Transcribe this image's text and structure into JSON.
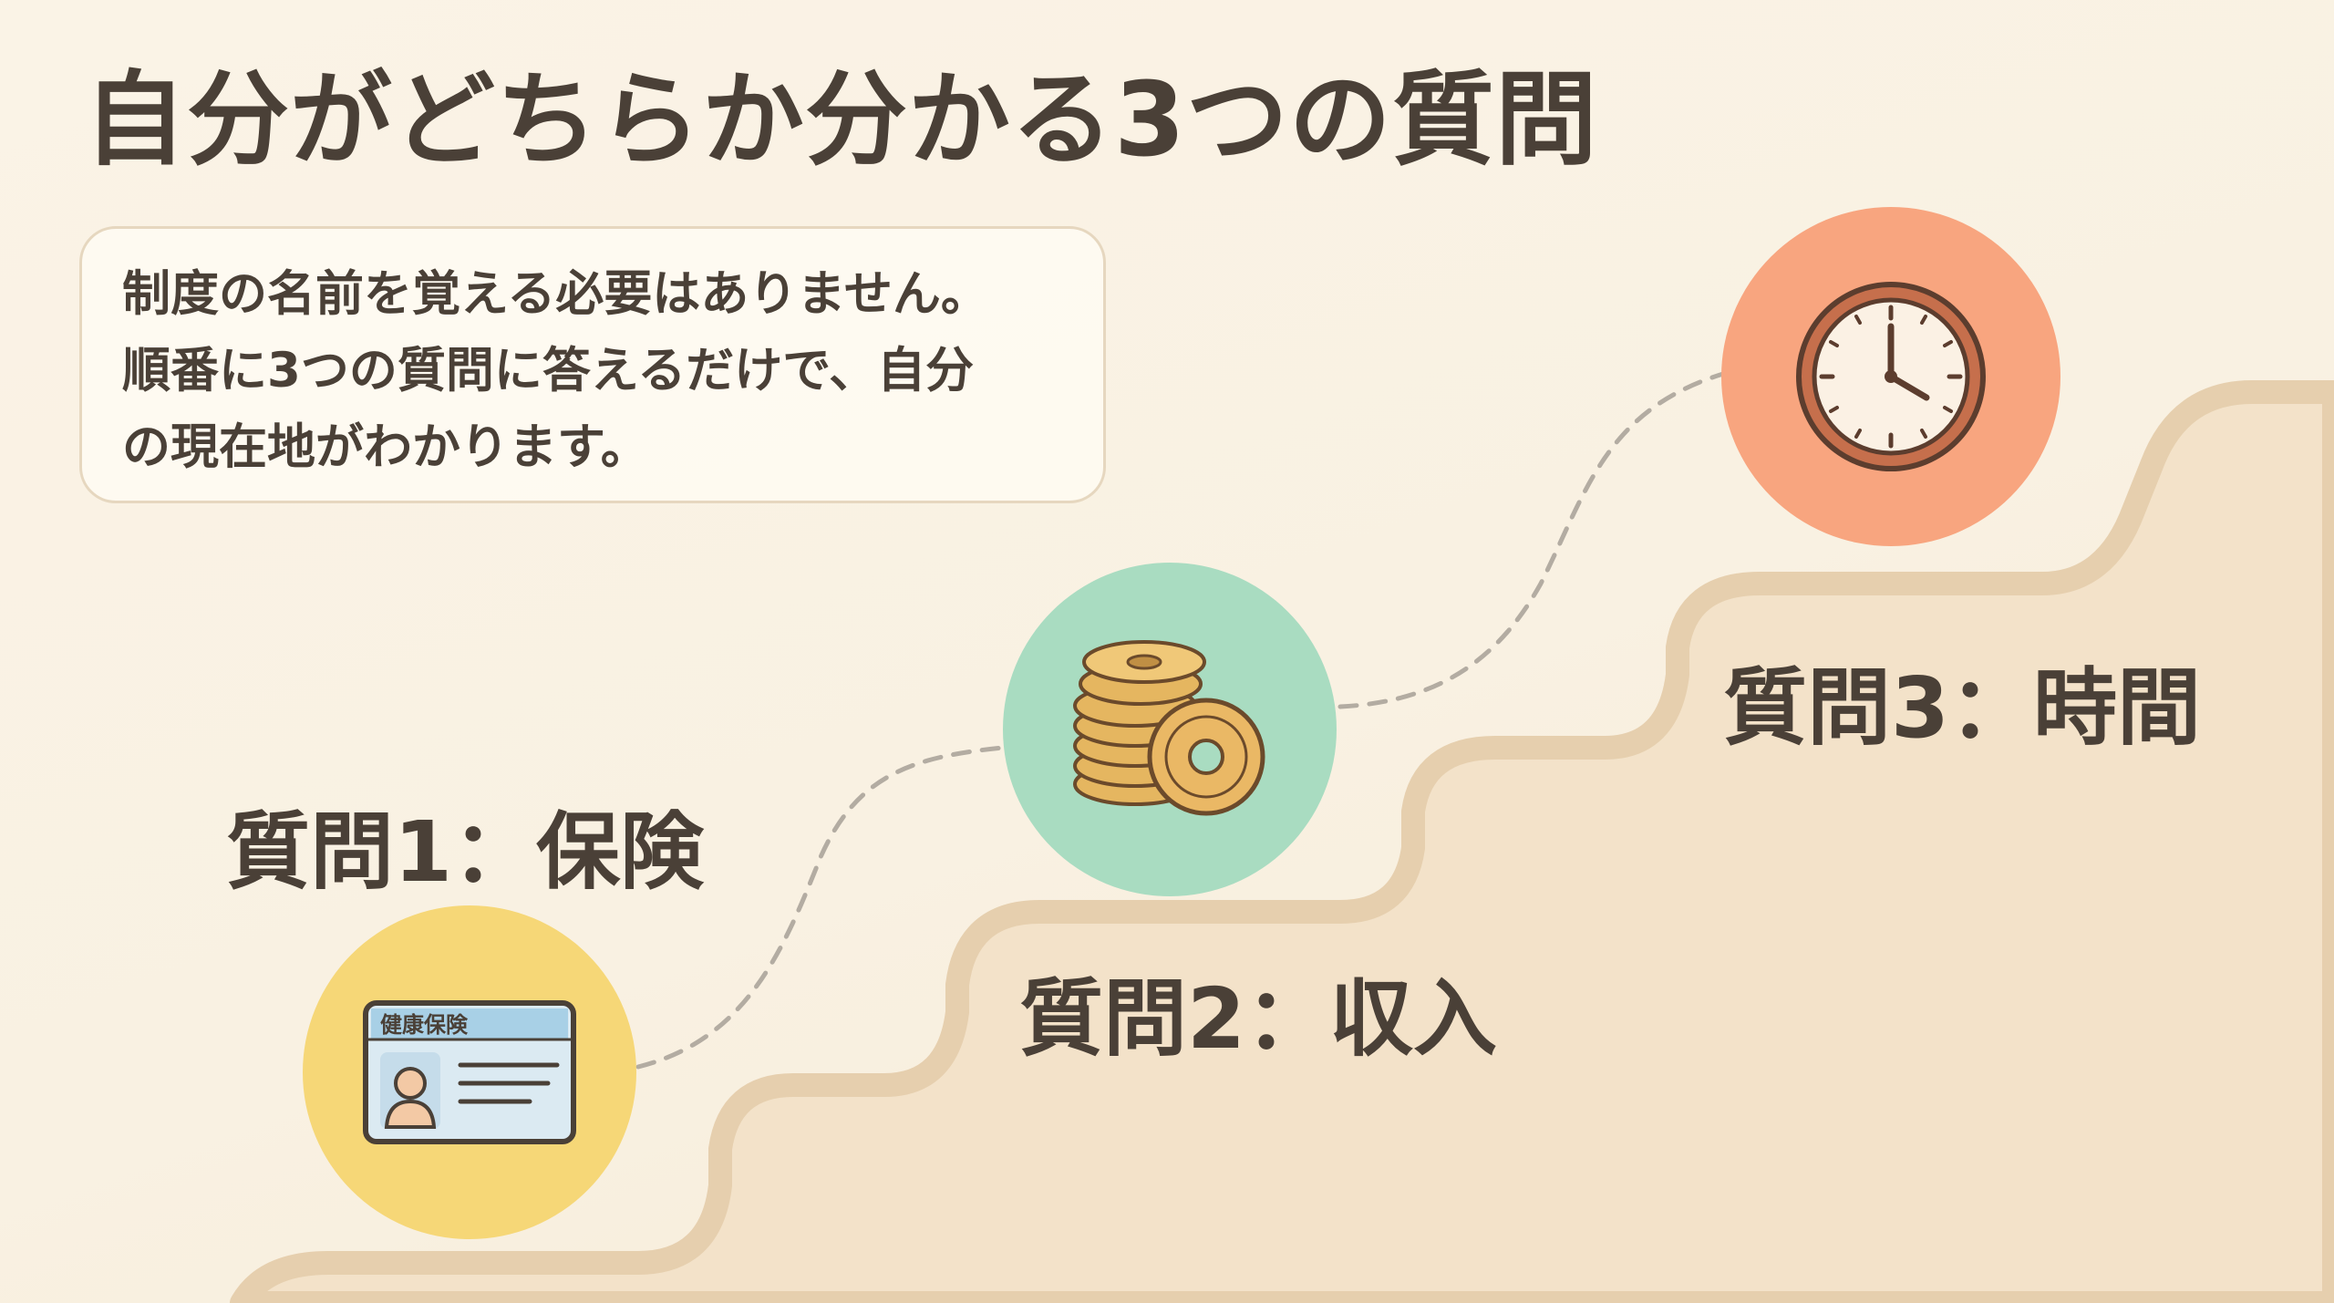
{
  "title": "自分がどちらか分かる3つの質問",
  "intro": {
    "lines": [
      "制度の名前を覚える必要はありません。",
      "順番に3つの質問に答えるだけで、自分",
      "の現在地がわかります。"
    ]
  },
  "steps": [
    {
      "label": "質問1：保険",
      "icon": "health-insurance-card-icon",
      "color": "#f6d777",
      "card_text": "健康保険"
    },
    {
      "label": "質問2：収入",
      "icon": "coins-icon",
      "color": "#a9dcc1"
    },
    {
      "label": "質問3：時間",
      "icon": "clock-icon",
      "color": "#f8a57f"
    }
  ],
  "colors": {
    "background": "#faf3e6",
    "staircase": "#f3e2c9",
    "staircase_edge": "#e6cfae",
    "text": "#4a4037"
  }
}
